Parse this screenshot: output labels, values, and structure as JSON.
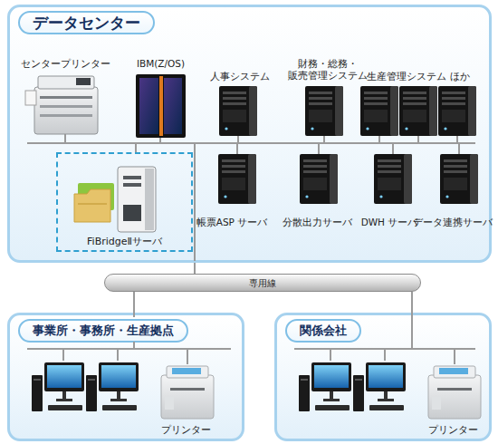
{
  "diagram": {
    "nodes": [
      {
        "text": [
          "データセンター"
        ]
      },
      {
        "text": [
          "センタープリンター"
        ],
        "in": 0
      },
      {
        "text": [
          "IBM(Z/OS)"
        ],
        "in": 0
      },
      {
        "text": [
          "人事システム"
        ],
        "in": 0
      },
      {
        "text": [
          "財務・総務・ 販売管理システム"
        ],
        "in": 0
      },
      {
        "text": [
          "生産管理システム ほか"
        ],
        "in": 0
      },
      {
        "text": [
          "FiBridgeⅡサーバ"
        ],
        "in": 0
      },
      {
        "text": [
          "帳票ASP サーバ"
        ],
        "in": 0
      },
      {
        "text": [
          "分散出力サーバ"
        ],
        "in": 0
      },
      {
        "text": [
          "DWH サーバ"
        ],
        "in": 0
      },
      {
        "text": [
          "データ連携サーバ"
        ],
        "in": 0
      },
      {
        "text": [
          "専用線"
        ]
      },
      {
        "text": [
          "事業所・事務所・生産拠点"
        ]
      },
      {
        "text": [
          "プリンター"
        ],
        "in": 12
      },
      {
        "text": [
          "関係会社"
        ]
      },
      {
        "text": [
          "プリンター"
        ],
        "in": 14
      }
    ],
    "edges": [
      {
        "from": 0,
        "to": 11,
        "arrow": "none"
      },
      {
        "from": 11,
        "to": 12,
        "arrow": "none"
      },
      {
        "from": 11,
        "to": 14,
        "arrow": "none"
      }
    ]
  }
}
